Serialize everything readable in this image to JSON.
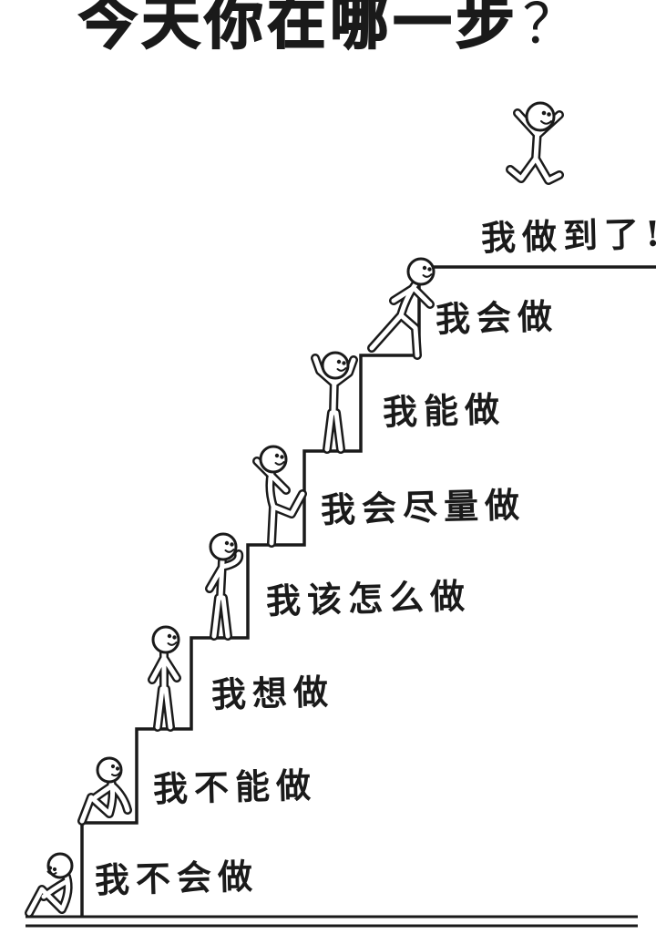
{
  "title": {
    "main": "今天你在哪一步",
    "question_mark": "？"
  },
  "steps": [
    {
      "level": 1,
      "label": "我不会做",
      "figure": "sitting-slumped"
    },
    {
      "level": 2,
      "label": "我不能做",
      "figure": "sitting-looking-up"
    },
    {
      "level": 3,
      "label": "我想做",
      "figure": "standing"
    },
    {
      "level": 4,
      "label": "我该怎么做",
      "figure": "hand-raised-thinking"
    },
    {
      "level": 5,
      "label": "我会尽量做",
      "figure": "leg-raised-stepping"
    },
    {
      "level": 6,
      "label": "我能做",
      "figure": "arms-raised-climbing"
    },
    {
      "level": 7,
      "label": "我会做",
      "figure": "running"
    },
    {
      "level": 8,
      "label": "我做到了!",
      "figure": "jumping-celebration"
    }
  ],
  "colors": {
    "ink": "#1a1a1a",
    "background": "#ffffff"
  }
}
